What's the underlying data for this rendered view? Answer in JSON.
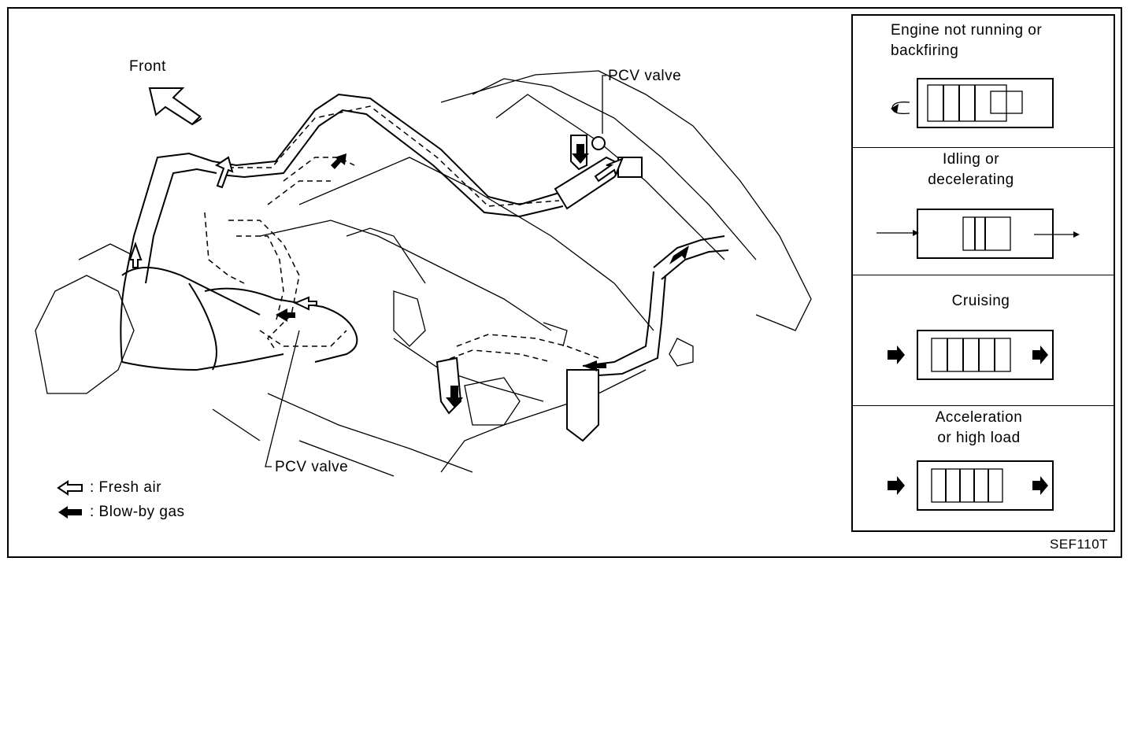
{
  "front_label": "Front",
  "pcv_valve_top": "PCV valve",
  "pcv_valve_bottom": "PCV valve",
  "legend": {
    "fresh_air": ": Fresh air",
    "blowby_gas": ": Blow-by gas"
  },
  "states": [
    {
      "line1": "Engine not running or",
      "line2": "backfiring"
    },
    {
      "line1": "Idling or",
      "line2": "decelerating"
    },
    {
      "line1": "Cruising",
      "line2": ""
    },
    {
      "line1": "Acceleration",
      "line2": "or high load"
    }
  ],
  "figure_code": "SEF110T"
}
